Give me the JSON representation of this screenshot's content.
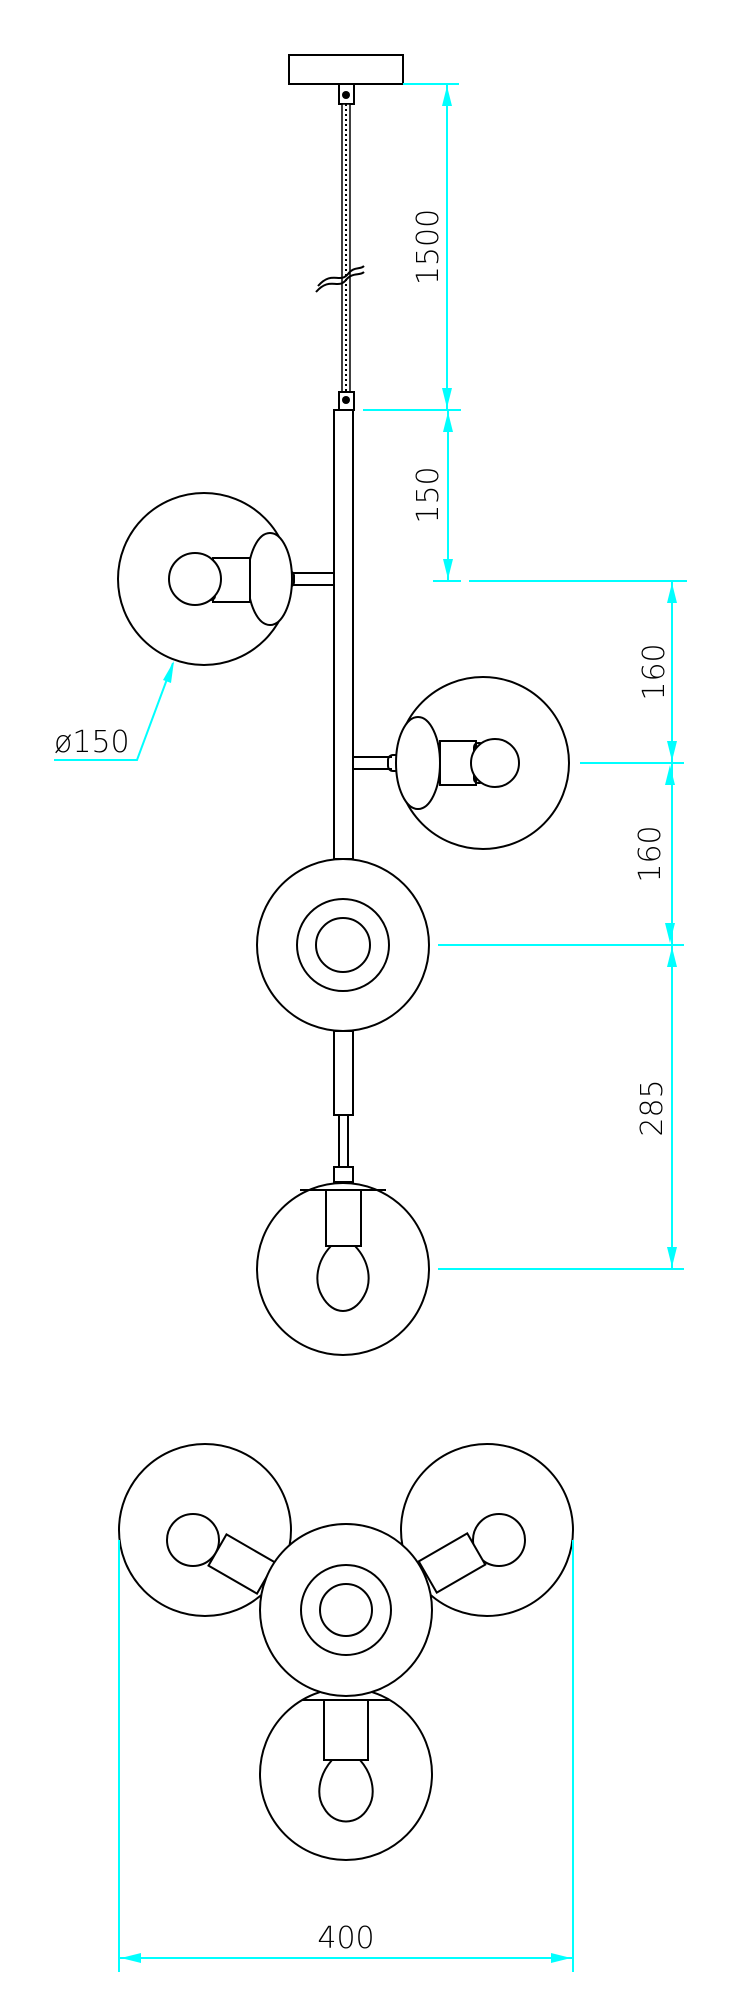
{
  "colors": {
    "line": "#000000",
    "dimension": "#00ffff"
  },
  "side_view": {
    "dimensions": {
      "cord_length": "1500",
      "rod_to_first_arm": "150",
      "arm1_to_arm2": "160",
      "arm2_to_center": "160",
      "center_to_bottom": "285",
      "globe_diameter": "ø150"
    }
  },
  "top_view": {
    "dimensions": {
      "overall_width": "400"
    }
  }
}
